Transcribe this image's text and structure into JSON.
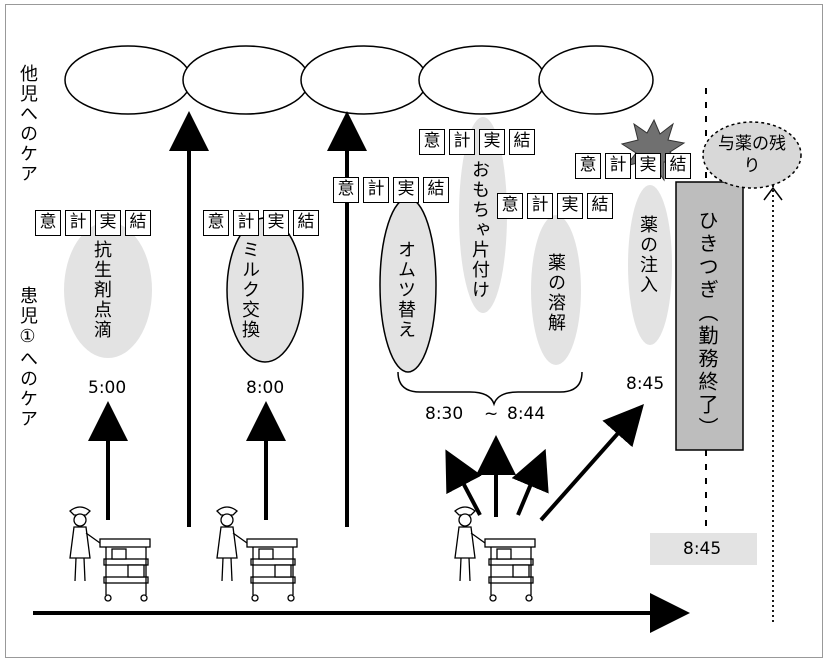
{
  "row_labels": {
    "other_children_care": "他児へのケア",
    "patient_care": "患児①へのケア"
  },
  "step_boxes": [
    "意",
    "計",
    "実",
    "結"
  ],
  "tasks": {
    "antibiotic_drip": "抗生剤点滴",
    "milk_change": "ミルク交換",
    "diaper_change": "オムツ替え",
    "toy_cleanup": "おもちゃ片付け",
    "medicine_dissolve": "薬の溶解",
    "medicine_inject": "薬の注入",
    "handover": "ひきつぎ（勤務終了）",
    "medicine_remaining": "与薬の残り"
  },
  "times": {
    "t1": "5:00",
    "t2": "8:00",
    "range_start": "8:30",
    "range_sep": "~",
    "range_end": "8:44",
    "t4": "8:45",
    "bottom_time": "8:45"
  },
  "colors": {
    "ellipse_fill": "#e3e3e3",
    "handover_fill": "#bdbdbd",
    "time_box_fill": "#e3e3e3"
  }
}
